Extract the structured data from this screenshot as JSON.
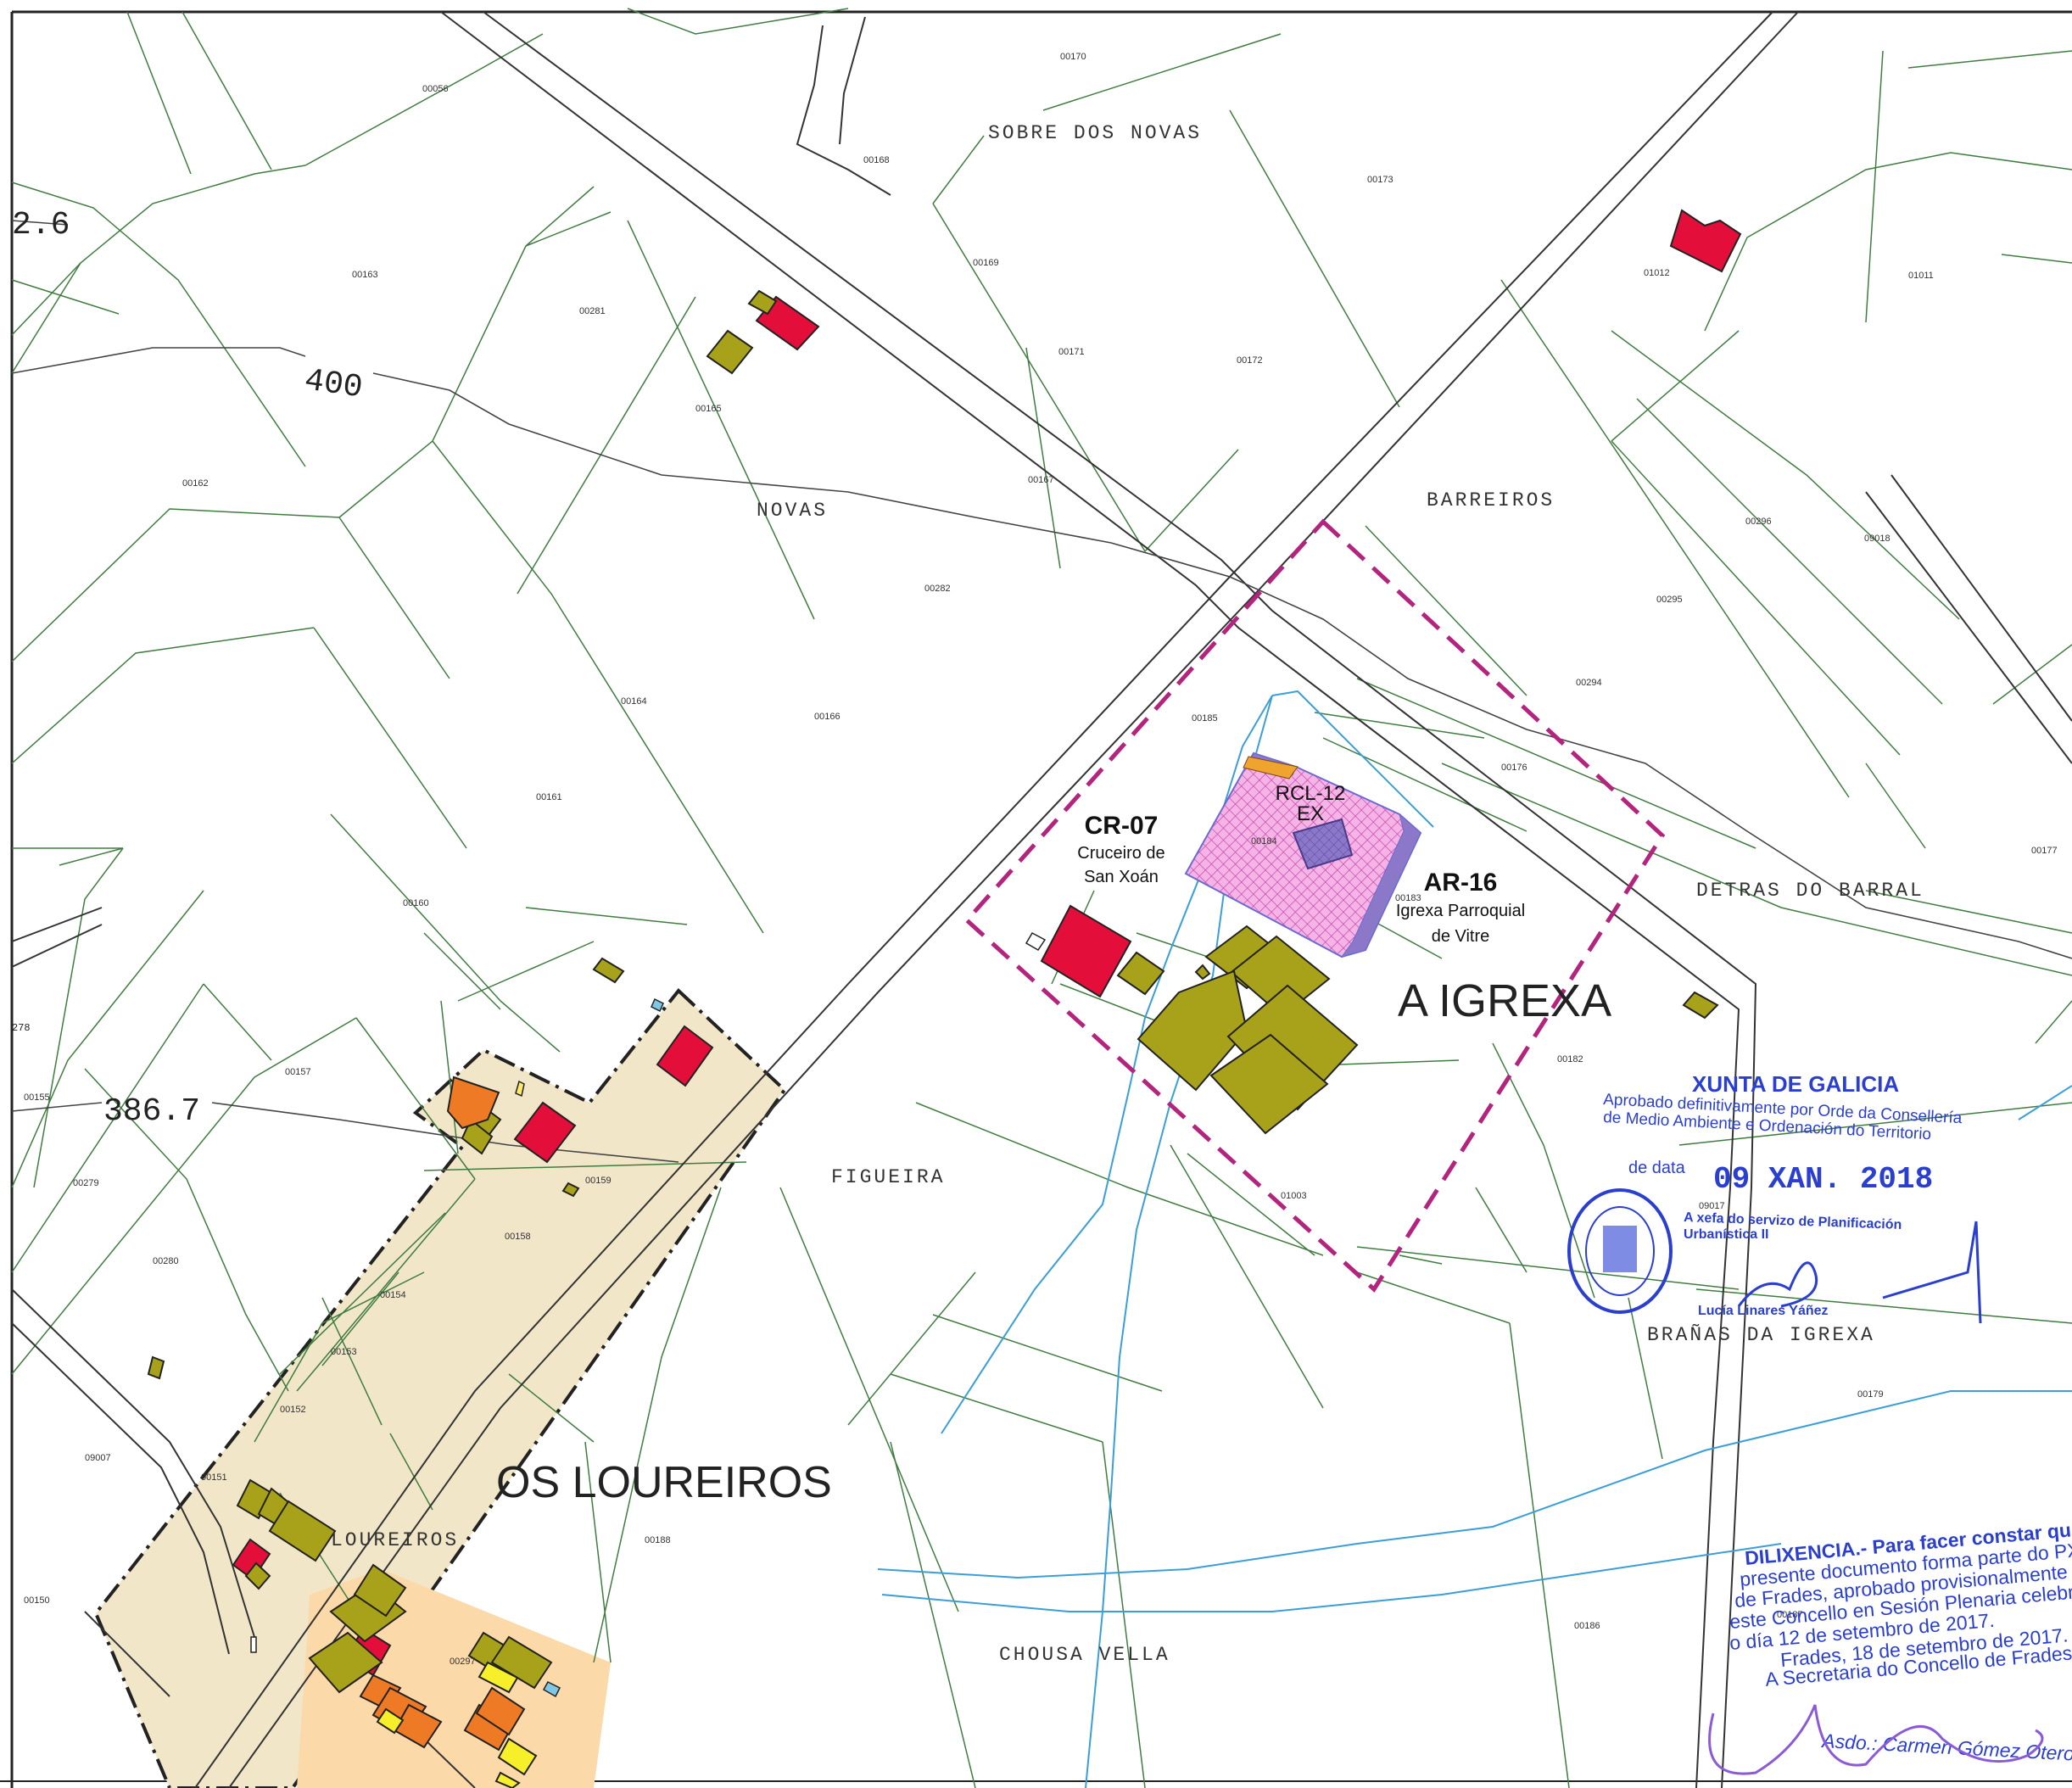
{
  "colors": {
    "parcel_line": "#3f7d3f",
    "road_line": "#333333",
    "contour_line": "#444444",
    "stream": "#3a9fd8",
    "boundary": "#b4237d",
    "core_fill": "#f2e6c9",
    "core_border": "#222222",
    "building_protected": "#e30e3a",
    "building_other": "#a8a21a",
    "building_orange": "#ef7a25",
    "building_yellow": "#f7ef2a",
    "church_fill": "#f5b4e6",
    "church_grid": "#c63aa8",
    "church_nave": "#8c78c8",
    "church_edge": "#6a6ad0",
    "stamp_blue": "#2a3fd0",
    "signature": "#8a5ad8"
  },
  "contours": {
    "c400": "400",
    "c386": "386.7",
    "c2_6": "2.6",
    "c278": "278"
  },
  "toponyms": {
    "sobre_dos_novas": "SOBRE DOS NOVAS",
    "novas": "NOVAS",
    "barreiros": "BARREIROS",
    "detras_do_barral": "DETRAS DO BARRAL",
    "figueira": "FIGUEIRA",
    "loureiros": "LOUREIROS",
    "chousa_vella": "CHOUSA VELLA",
    "branas_da_igrexa": "BRAÑAS DA IGREXA"
  },
  "settlements": {
    "a_igrexa": "A IGREXA",
    "os_loureiros": "OS LOUREIROS"
  },
  "heritage": {
    "cr07_code": "CR-07",
    "cr07_name1": "Cruceiro de",
    "cr07_name2": "San Xoán",
    "ar16_code": "AR-16",
    "ar16_name1": "Igrexa Parroquial",
    "ar16_name2": "de Vitre",
    "rcl_code": "RCL-12",
    "rcl_sub": "EX"
  },
  "parcels": {
    "p00056": "00056",
    "p00170": "00170",
    "p00168": "00168",
    "p00169": "00169",
    "p00163": "00163",
    "p00281": "00281",
    "p00165": "00165",
    "p00171": "00171",
    "p00172": "00172",
    "p00173": "00173",
    "p01012": "01012",
    "p01011": "01011",
    "p00162": "00162",
    "p00167": "00167",
    "p00296": "00296",
    "p09018": "09018",
    "p00282": "00282",
    "p00295": "00295",
    "p00294": "00294",
    "p00164": "00164",
    "p00166": "00166",
    "p00185": "00185",
    "p00176": "00176",
    "p00161": "00161",
    "p00184": "00184",
    "p00183": "00183",
    "p00177": "00177",
    "p00160": "00160",
    "p00182": "00182",
    "p00157": "00157",
    "p00155": "00155",
    "p00159": "00159",
    "p00279": "00279",
    "p01003": "01003",
    "p00158": "00158",
    "p00280": "00280",
    "p09017": "09017",
    "p00154": "00154",
    "p00153": "00153",
    "p00179": "00179",
    "p00152": "00152",
    "p09007": "09007",
    "p00151": "00151",
    "p00188": "00188",
    "p00150": "00150",
    "p00297": "00297",
    "p00186": "00186",
    "p00187": "00187"
  },
  "stamp": {
    "authority": "XUNTA DE GALICIA",
    "line1": "Aprobado definitivamente por Orde da Consellería",
    "line2": "de Medio Ambiente e Ordenación do Territorio",
    "date_label": "de data",
    "date_value": "09 XAN. 2018",
    "line3": "A xefa do servizo de Planificación",
    "line4": "Urbanística II",
    "signer": "Lucía Linares Yáñez"
  },
  "diligence": {
    "l1": "DILIXENCIA.- Para facer constar qu",
    "l2": "presente documento forma parte do PX",
    "l3": "de Frades, aprobado provisionalmente p",
    "l4": "este Concello en Sesión Plenaria celebra",
    "l5": "o día 12 de setembro de 2017.",
    "l6": "Frades, 18 de setembro de 2017.",
    "l7": "A Secretaria do Concello de Frades.",
    "l8": "Asdo.: Carmen Gómez Otero."
  }
}
